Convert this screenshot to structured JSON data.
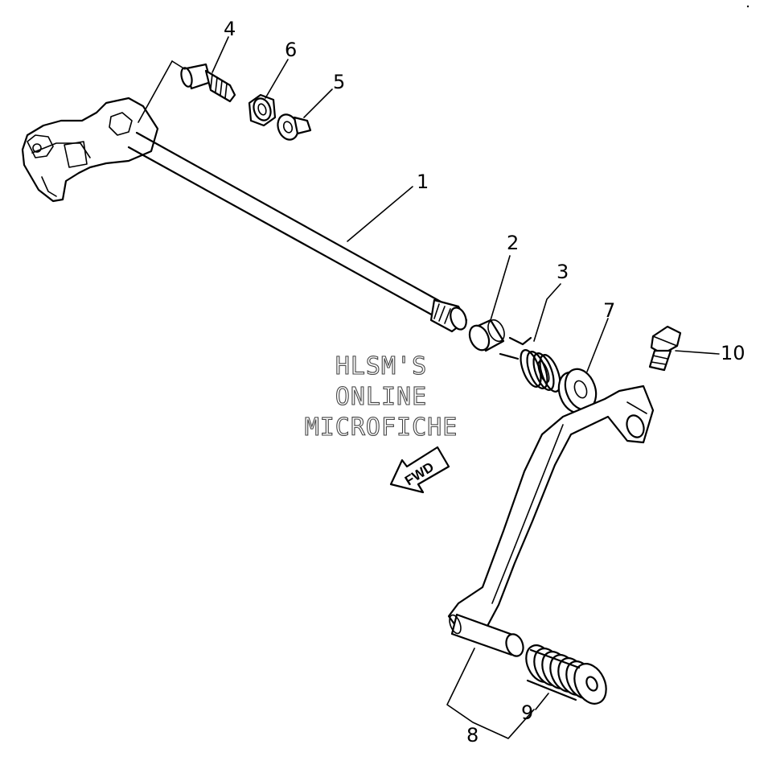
{
  "watermark": {
    "line1": "HLSM'S",
    "line2": "ONLINE",
    "line3": "MICROFICHE"
  },
  "direction_arrow": {
    "label": "FWD"
  },
  "callouts": [
    "1",
    "2",
    "3",
    "4",
    "5",
    "6",
    "7",
    "8",
    "9",
    "10"
  ],
  "parts": [
    {
      "ref": "1",
      "icon": "shift-shaft-icon"
    },
    {
      "ref": "2",
      "icon": "collar-icon"
    },
    {
      "ref": "3",
      "icon": "torsion-spring-icon"
    },
    {
      "ref": "4",
      "icon": "stopper-bolt-icon"
    },
    {
      "ref": "5",
      "icon": "lock-washer-icon"
    },
    {
      "ref": "6",
      "icon": "nut-icon"
    },
    {
      "ref": "7",
      "icon": "washer-icon"
    },
    {
      "ref": "8",
      "icon": "shift-pedal-icon"
    },
    {
      "ref": "9",
      "icon": "pedal-rubber-icon"
    },
    {
      "ref": "10",
      "icon": "hex-bolt-icon"
    }
  ]
}
